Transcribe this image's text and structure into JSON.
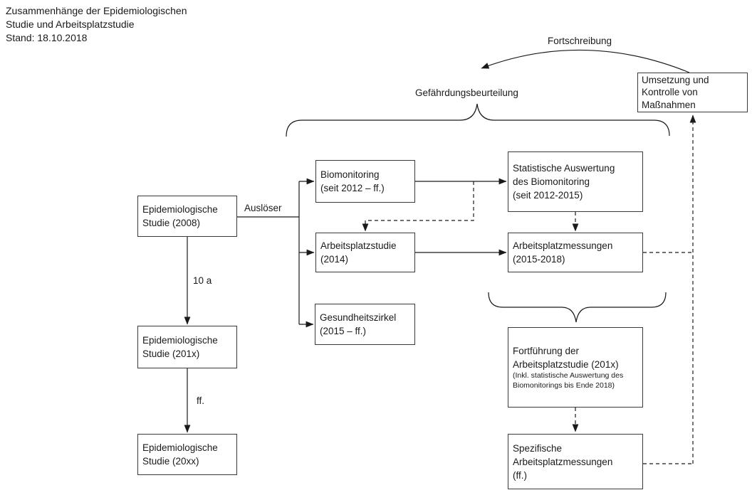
{
  "header": {
    "title": "Zusammenhänge der Epidemiologischen\nStudie und Arbeitsplatzstudie\nStand: 18.10.2018"
  },
  "labels": {
    "fortschreibung": "Fortschreibung",
    "gefaehrdungsbeurteilung": "Gefährdungsbeurteilung",
    "ausloeser": "Auslöser",
    "interval_10a": "10 a",
    "interval_ff": "ff."
  },
  "boxes": {
    "umsetzung": {
      "text": "Umsetzung und\nKontrolle von\nMaßnahmen"
    },
    "epid_2008": {
      "text": "Epidemiologische\nStudie (2008)"
    },
    "epid_201x": {
      "text": "Epidemiologische\nStudie (201x)"
    },
    "epid_20xx": {
      "text": "Epidemiologische\nStudie (20xx)"
    },
    "biomonitoring": {
      "text": "Biomonitoring\n(seit 2012 – ff.)"
    },
    "arbeitsplatzstudie": {
      "text": "Arbeitsplatzstudie\n(2014)"
    },
    "gesundheitszirkel": {
      "text": "Gesundheitszirkel\n(2015 – ff.)"
    },
    "statistische_auswertung": {
      "text": "Statistische Auswertung\ndes Biomonitoring\n(seit 2012-2015)"
    },
    "arbeitsplatzmessungen": {
      "text": "Arbeitsplatzmessungen\n(2015-2018)"
    },
    "fortfuehrung": {
      "text": "Fortführung der\nArbeitsplatzstudie (201x)",
      "subtext": "(Inkl. statistische Auswertung des\nBiomonitorings bis Ende 2018)"
    },
    "spezifische": {
      "text": "Spezifische\nArbeitsplatzmessungen\n(ff.)"
    }
  },
  "colors": {
    "line": "#1a1a1a",
    "box_border": "#3a3a3a",
    "background": "#ffffff",
    "text": "#1a1a1a"
  }
}
